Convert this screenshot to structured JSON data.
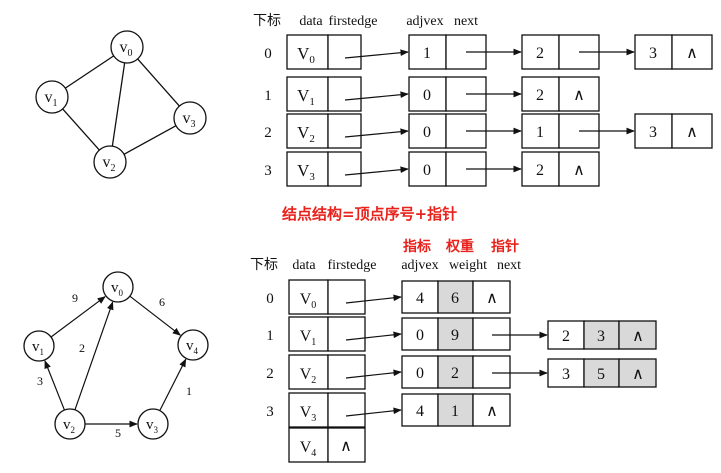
{
  "top": {
    "graph": {
      "vertices": [
        {
          "id": "v0",
          "letter": "v",
          "sub": "0"
        },
        {
          "id": "v1",
          "letter": "v",
          "sub": "1"
        },
        {
          "id": "v2",
          "letter": "v",
          "sub": "2"
        },
        {
          "id": "v3",
          "letter": "v",
          "sub": "3"
        }
      ],
      "edges": [
        [
          "v0",
          "v1"
        ],
        [
          "v0",
          "v2"
        ],
        [
          "v0",
          "v3"
        ],
        [
          "v1",
          "v2"
        ],
        [
          "v2",
          "v3"
        ]
      ]
    },
    "headers": {
      "index": "下标",
      "data": "data",
      "firstedge": "firstedge",
      "adjvex": "adjvex",
      "next": "next"
    },
    "rows": [
      {
        "index": "0",
        "letter": "V",
        "sub": "0",
        "nodes": [
          "1",
          "2",
          "3"
        ]
      },
      {
        "index": "1",
        "letter": "V",
        "sub": "1",
        "nodes": [
          "0",
          "2"
        ]
      },
      {
        "index": "2",
        "letter": "V",
        "sub": "2",
        "nodes": [
          "0",
          "1",
          "3"
        ]
      },
      {
        "index": "3",
        "letter": "V",
        "sub": "3",
        "nodes": [
          "0",
          "2"
        ]
      }
    ],
    "null_symbol": "∧"
  },
  "caption": "结点结构=顶点序号+指针",
  "bottom": {
    "annotations": {
      "pointer_a": "指标",
      "weight": "权重",
      "pointer_b": "指针"
    },
    "headers": {
      "index": "下标",
      "data": "data",
      "firstedge": "firstedge",
      "adjvex": "adjvex",
      "weight": "weight",
      "next": "next"
    },
    "graph": {
      "vertices": [
        {
          "id": "v0",
          "letter": "v",
          "sub": "0"
        },
        {
          "id": "v1",
          "letter": "v",
          "sub": "1"
        },
        {
          "id": "v2",
          "letter": "v",
          "sub": "2"
        },
        {
          "id": "v3",
          "letter": "v",
          "sub": "3"
        },
        {
          "id": "v4",
          "letter": "v",
          "sub": "4"
        }
      ],
      "edges": [
        {
          "from": "v1",
          "to": "v0",
          "w": "9"
        },
        {
          "from": "v0",
          "to": "v4",
          "w": "6"
        },
        {
          "from": "v2",
          "to": "v0",
          "w": "2"
        },
        {
          "from": "v2",
          "to": "v1",
          "w": "3"
        },
        {
          "from": "v2",
          "to": "v3",
          "w": "5"
        },
        {
          "from": "v3",
          "to": "v4",
          "w": "1"
        }
      ]
    },
    "rows": [
      {
        "index": "0",
        "letter": "V",
        "sub": "0",
        "nodes": [
          {
            "adj": "4",
            "w": "6"
          }
        ]
      },
      {
        "index": "1",
        "letter": "V",
        "sub": "1",
        "nodes": [
          {
            "adj": "0",
            "w": "9"
          },
          {
            "adj": "2",
            "w": "3"
          }
        ]
      },
      {
        "index": "2",
        "letter": "V",
        "sub": "2",
        "nodes": [
          {
            "adj": "0",
            "w": "2"
          },
          {
            "adj": "3",
            "w": "5"
          }
        ]
      },
      {
        "index": "3",
        "letter": "V",
        "sub": "3",
        "nodes": [
          {
            "adj": "4",
            "w": "1"
          }
        ]
      },
      {
        "index": "",
        "letter": "V",
        "sub": "4",
        "nodes": [],
        "null_first": true
      }
    ],
    "null_symbol": "∧"
  },
  "colors": {
    "annotation": "#e8221c",
    "shade": "#d9d9d9",
    "line": "#111111"
  }
}
